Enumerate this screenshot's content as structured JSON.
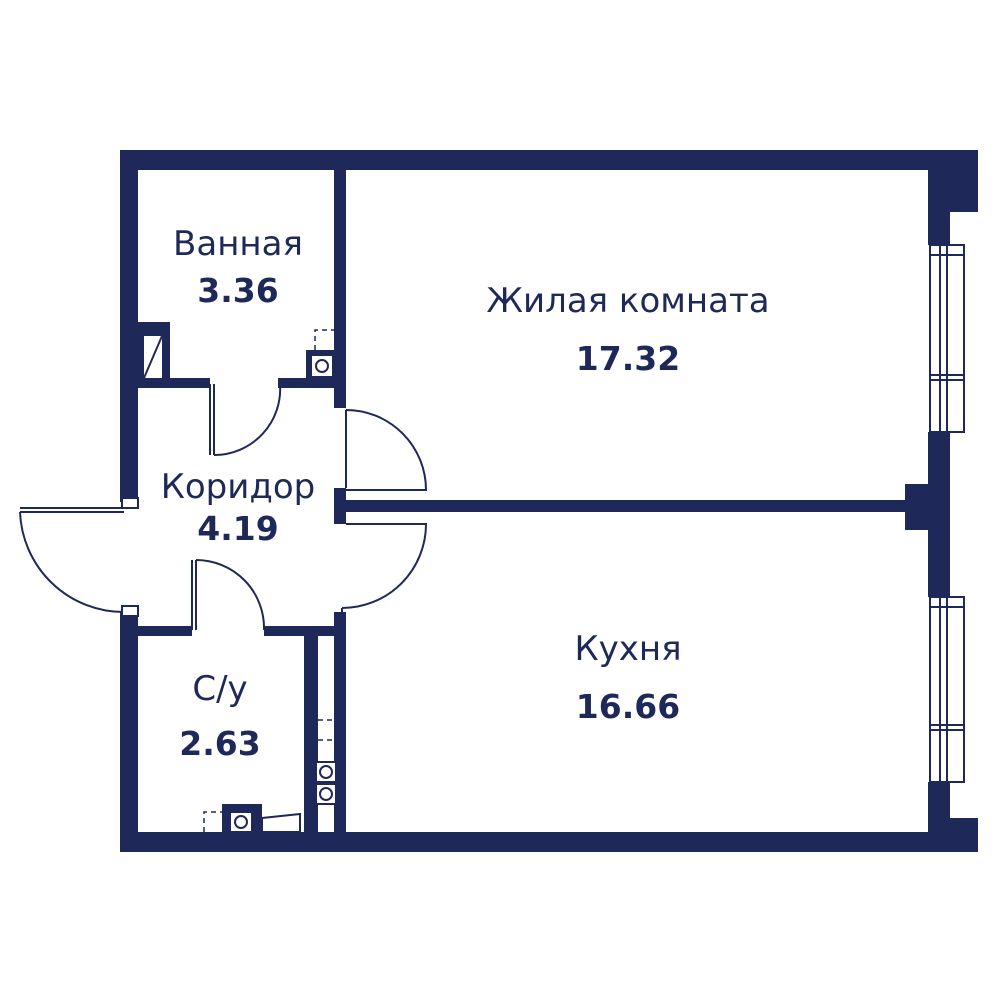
{
  "colors": {
    "wall": "#1f2959",
    "background": "#ffffff"
  },
  "rooms": {
    "bathroom": {
      "name": "Ванная",
      "area": "3.36"
    },
    "living_room": {
      "name": "Жилая комната",
      "area": "17.32"
    },
    "corridor": {
      "name": "Коридор",
      "area": "4.19"
    },
    "wc": {
      "name": "С/у",
      "area": "2.63"
    },
    "kitchen": {
      "name": "Кухня",
      "area": "16.66"
    }
  }
}
